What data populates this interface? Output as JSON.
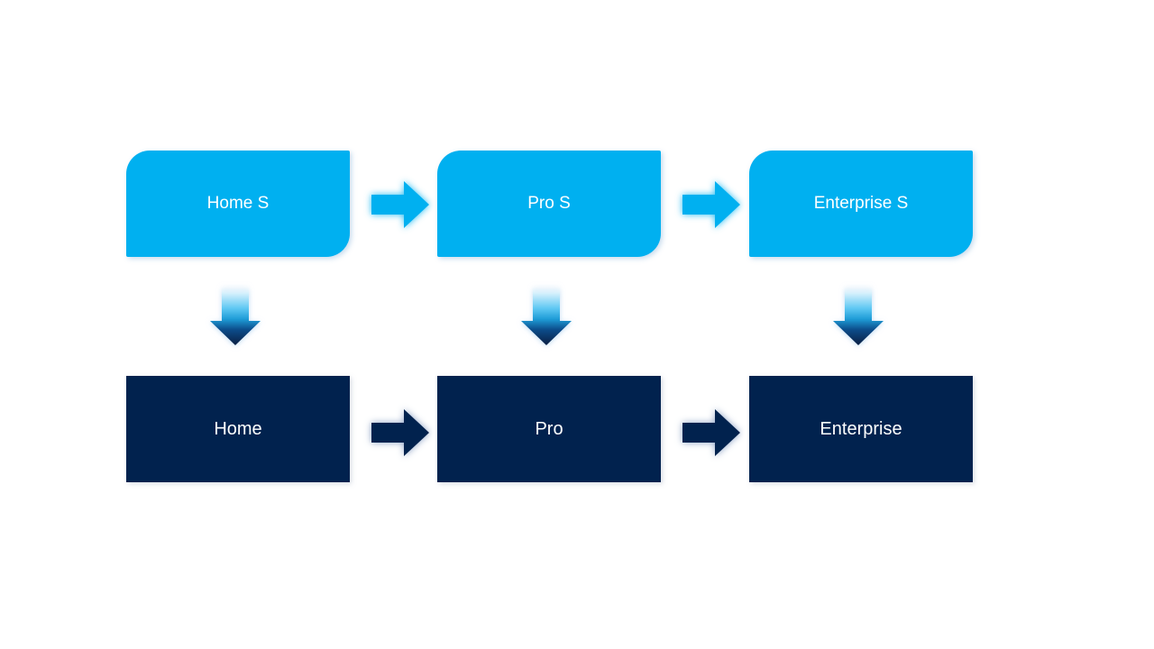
{
  "slide": {
    "background_color": "#FFFFFF",
    "colors": {
      "light_blue": "#00B0F0",
      "dark_navy": "#01224E",
      "label_text": "#FFFFFF",
      "down_arrow_gradient_top": "#F5FBFF",
      "down_arrow_gradient_mid": "#2BAAE2",
      "down_arrow_gradient_bottom": "#0C2142"
    },
    "rows": [
      {
        "id": "top",
        "items": [
          {
            "label": "Home S"
          },
          {
            "label": "Pro S"
          },
          {
            "label": "Enterprise S"
          }
        ]
      },
      {
        "id": "bottom",
        "items": [
          {
            "label": "Home"
          },
          {
            "label": "Pro"
          },
          {
            "label": "Enterprise"
          }
        ]
      }
    ],
    "icons": {
      "right_arrow": "right-arrow-icon",
      "down_arrow": "down-arrow-icon"
    }
  }
}
